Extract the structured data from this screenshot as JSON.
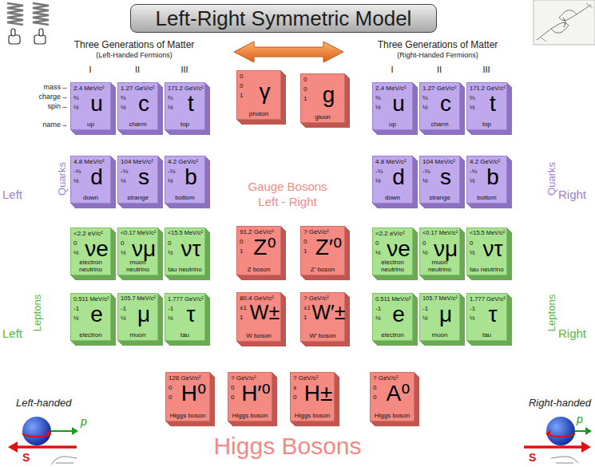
{
  "diagram": {
    "title": "Left-Right Symmetric Model",
    "nodes": [
      {
        "text": [
          "2.4 MeV/c²",
          "⅔",
          "½",
          "u",
          "up"
        ]
      },
      {
        "text": [
          "1.27 GeV/c²",
          "⅔",
          "½",
          "c",
          "charm"
        ]
      },
      {
        "text": [
          "171.2 GeV/c²",
          "⅔",
          "½",
          "t",
          "top"
        ]
      },
      {
        "text": [
          "0",
          "0",
          "1",
          "γ",
          "photon"
        ]
      },
      {
        "text": [
          "0",
          "0",
          "1",
          "g",
          "gluon"
        ]
      },
      {
        "text": [
          "2.4 MeV/c²",
          "⅔",
          "½",
          "u",
          "up"
        ]
      },
      {
        "text": [
          "1.27 GeV/c²",
          "⅔",
          "½",
          "c",
          "charm"
        ]
      },
      {
        "text": [
          "171.2 GeV/c²",
          "⅔",
          "½",
          "t",
          "top"
        ]
      },
      {
        "text": [
          "4.8 MeV/c²",
          "-⅓",
          "½",
          "d",
          "down"
        ]
      },
      {
        "text": [
          "104 MeV/c²",
          "-⅓",
          "½",
          "s",
          "strange"
        ]
      },
      {
        "text": [
          "4.2 GeV/c²",
          "-⅓",
          "½",
          "b",
          "bottom"
        ]
      },
      {
        "text": [
          "4.8 MeV/c²",
          "-⅓",
          "½",
          "d",
          "down"
        ]
      },
      {
        "text": [
          "104 MeV/c²",
          "-⅓",
          "½",
          "s",
          "strange"
        ]
      },
      {
        "text": [
          "4.2 GeV/c²",
          "-⅓",
          "½",
          "b",
          "bottom"
        ]
      },
      {
        "text": [
          "<2.2 eV/c²",
          "0",
          "½",
          "νe",
          "electron neutrino"
        ]
      },
      {
        "text": [
          "<0.17 MeV/c²",
          "0",
          "½",
          "νμ",
          "muon neutrino"
        ]
      },
      {
        "text": [
          "<15.5 MeV/c²",
          "0",
          "½",
          "ντ",
          "tau neutrino"
        ]
      },
      {
        "text": [
          "91.2 GeV/c²",
          "0",
          "1",
          "Z⁰",
          "Z boson"
        ]
      },
      {
        "text": [
          "? GeV/c²",
          "0",
          "1",
          "Z′⁰",
          "Z′ boson"
        ]
      },
      {
        "text": [
          "<2.2 eV/c²",
          "0",
          "½",
          "νe",
          "electron neutrino"
        ]
      },
      {
        "text": [
          "<0.17 MeV/c²",
          "0",
          "½",
          "νμ",
          "muon neutrino"
        ]
      },
      {
        "text": [
          "<15.5 MeV/c²",
          "0",
          "½",
          "ντ",
          "tau neutrino"
        ]
      },
      {
        "text": [
          "0.511 MeV/c²",
          "-1",
          "½",
          "e",
          "electron"
        ]
      },
      {
        "text": [
          "105.7 MeV/c²",
          "-1",
          "½",
          "μ",
          "muon"
        ]
      },
      {
        "text": [
          "1.777 GeV/c²",
          "-1",
          "½",
          "τ",
          "tau"
        ]
      },
      {
        "text": [
          "80.4 GeV/c²",
          "±1",
          "1",
          "W±",
          "W boson"
        ]
      },
      {
        "text": [
          "? GeV/c²",
          "±1",
          "1",
          "W′±",
          "W′ boson"
        ]
      },
      {
        "text": [
          "0.511 MeV/c²",
          "-1",
          "½",
          "e",
          "electron"
        ]
      },
      {
        "text": [
          "105.7 MeV/c²",
          "-1",
          "½",
          "μ",
          "muon"
        ]
      },
      {
        "text": [
          "1.777 GeV/c²",
          "-1",
          "½",
          "τ",
          "tau"
        ]
      },
      {
        "text": [
          "126 GeV/c²",
          "0",
          "0",
          "H⁰",
          "Higgs boson"
        ]
      },
      {
        "text": [
          "? GeV/c²",
          "0",
          "0",
          "H′⁰",
          "Higgs boson"
        ]
      },
      {
        "text": [
          "? GeV/c²",
          "±",
          "0",
          "H±",
          "Higgs boson"
        ]
      },
      {
        "text": [
          "? GeV/c²",
          "0",
          "0",
          "A⁰",
          "Higgs boson"
        ]
      }
    ],
    "labels": [
      "Three Generations of Matter",
      "(Left-Handed Fermions)",
      "Three Generations of Matter",
      "(Right-Handed Fermions)",
      "I",
      "II",
      "III",
      "I",
      "II",
      "III",
      "mass→",
      "charge→",
      "spin→",
      "name→",
      "Quarks",
      "Left",
      "Quarks",
      "Right",
      "Gauge Bosons",
      "Left - Right",
      "Leptons",
      "Left",
      "Leptons",
      "Right",
      "Left-handed",
      "p",
      "S",
      "Right-handed",
      "p",
      "S",
      "Higgs Bosons"
    ]
  }
}
